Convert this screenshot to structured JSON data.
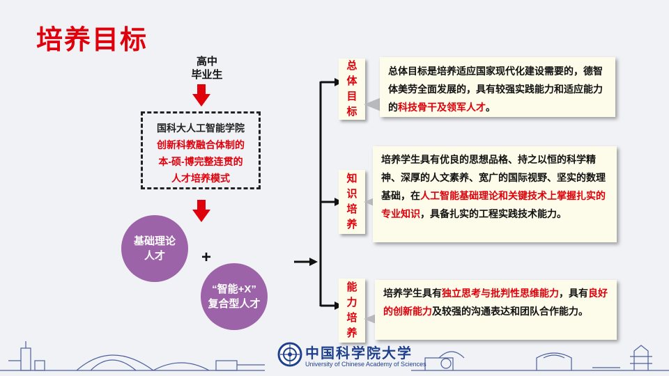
{
  "title": "培养目标",
  "graduate": {
    "line1": "高中",
    "line2": "毕业生"
  },
  "model_box": {
    "line1": "国科大人工智能学院",
    "line2": "创新科教融合体制的",
    "line3": "本-硕-博完整连贯的",
    "line4": "人才培养模式"
  },
  "circle1": {
    "line1": "基础理论",
    "line2": "人才"
  },
  "plus": "+",
  "circle2": {
    "line1": "“智能+X”",
    "line2": "复合型人才"
  },
  "sections": [
    {
      "label_chars": [
        "总",
        "体",
        "目",
        "标"
      ],
      "parts": [
        {
          "text": "总体目标是培养适应国家现代化建设需要的，德智体美劳全面发展的，具有较强实践能力和适应能力的",
          "highlight": false
        },
        {
          "text": "科技骨干及领军人才",
          "highlight": true
        },
        {
          "text": "。",
          "highlight": false
        }
      ]
    },
    {
      "label_chars": [
        "知",
        "识",
        "培",
        "养"
      ],
      "parts": [
        {
          "text": "培养学生具有优良的思想品格、持之以恒的科学精神、深厚的人文素养、宽广的国际视野、坚实的数理基础，在",
          "highlight": false
        },
        {
          "text": "人工智能基础理论和关键技术上掌握扎实的专业知识",
          "highlight": true
        },
        {
          "text": "，具备扎实的工程实践技术能力。",
          "highlight": false
        }
      ]
    },
    {
      "label_chars": [
        "能",
        "力",
        "培",
        "养"
      ],
      "parts": [
        {
          "text": "培养学生具有",
          "highlight": false
        },
        {
          "text": "独立思考与批判性思维能力",
          "highlight": true
        },
        {
          "text": "，具有",
          "highlight": false
        },
        {
          "text": "良好的创新能力",
          "highlight": true
        },
        {
          "text": "及较强的沟通表达和团队合作能力。",
          "highlight": false
        }
      ]
    }
  ],
  "logo": {
    "cn": "中国科学院大学",
    "en": "University of Chinese Academy of Sciences"
  },
  "colors": {
    "accent": "#e0000b",
    "circle": "#9d63a8",
    "box_bg": "#fdfbe9",
    "skyline": "#4b5f9c"
  }
}
